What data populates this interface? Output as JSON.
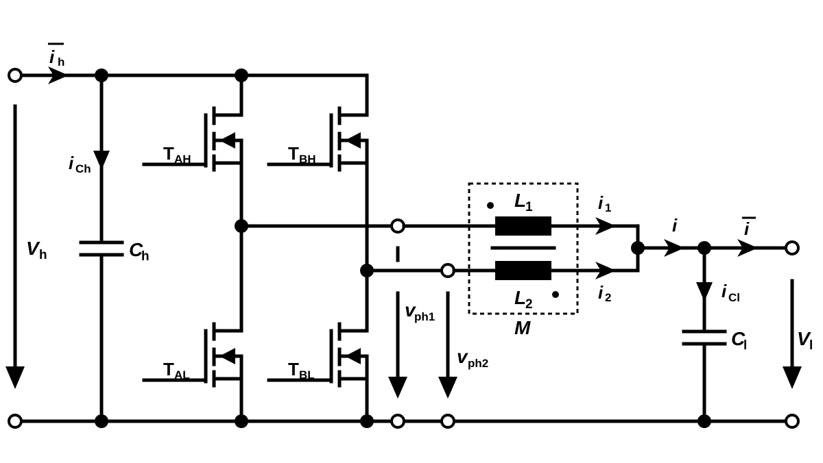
{
  "labels": {
    "ih_bar": "i",
    "ih_sub": "h",
    "ich": "i",
    "ich_sub": "Ch",
    "vh": "V",
    "vh_sub": "h",
    "ch": "C",
    "ch_sub": "h",
    "tah": "T",
    "tah_sub": "AH",
    "tbh": "T",
    "tbh_sub": "BH",
    "tal": "T",
    "tal_sub": "AL",
    "tbl": "T",
    "tbl_sub": "BL",
    "l1": "L",
    "l1_sub": "1",
    "l2": "L",
    "l2_sub": "2",
    "m": "M",
    "i1": "i",
    "i1_sub": "1",
    "i2": "i",
    "i2_sub": "2",
    "i": "i",
    "i_bar": "i",
    "icl": "i",
    "icl_sub": "Cl",
    "cl": "C",
    "cl_sub": "l",
    "vl": "V",
    "vl_sub": "l",
    "vph1": "v",
    "vph1_sub": "ph1",
    "vph2": "v",
    "vph2_sub": "ph2"
  }
}
